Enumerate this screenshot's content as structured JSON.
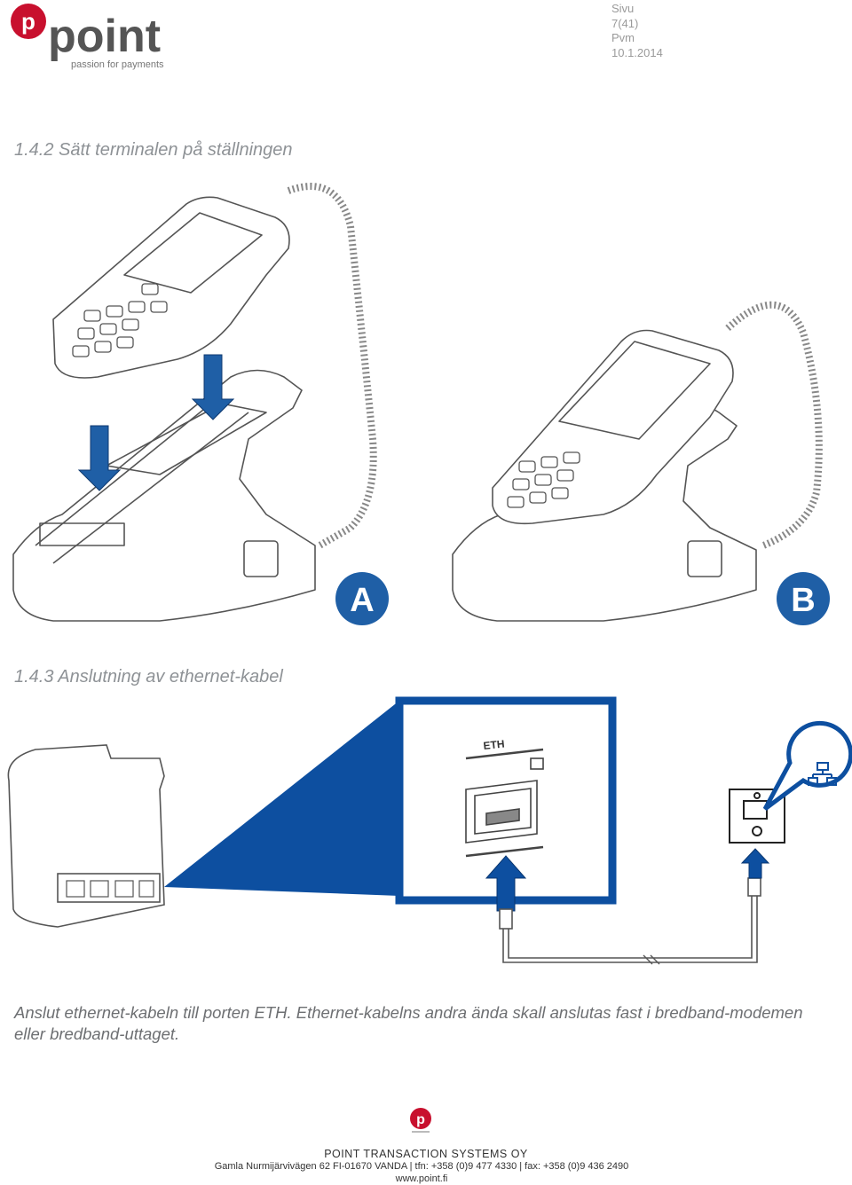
{
  "header": {
    "brand_name": "point",
    "brand_tagline": "passion for payments",
    "page_label": "Sivu",
    "page_value": "7(41)",
    "date_label": "Pvm",
    "date_value": "10.1.2014"
  },
  "section_stand": {
    "heading": "1.4.2 Sätt terminalen på ställningen",
    "badge_a": "A",
    "badge_b": "B"
  },
  "section_ethernet": {
    "heading": "1.4.3 Anslutning av ethernet-kabel",
    "port_label": "ETH",
    "caption": "Anslut ethernet-kabeln till porten ETH. Ethernet-kabelns andra ända skall anslutas fast i bredband-modemen eller bredband-uttaget."
  },
  "footer": {
    "company": "POINT TRANSACTION SYSTEMS OY",
    "address": "Gamla Nurmijärvivägen 62 FI-01670 VANDA | tfn: +358 (0)9 477 4330 | fax: +358 (0)9 436 2490",
    "website": "www.point.fi"
  },
  "colors": {
    "brand_red": "#c8102e",
    "brand_gray": "#555555",
    "badge_blue": "#1f5fa6",
    "highlight_blue": "#0d4fa0"
  }
}
